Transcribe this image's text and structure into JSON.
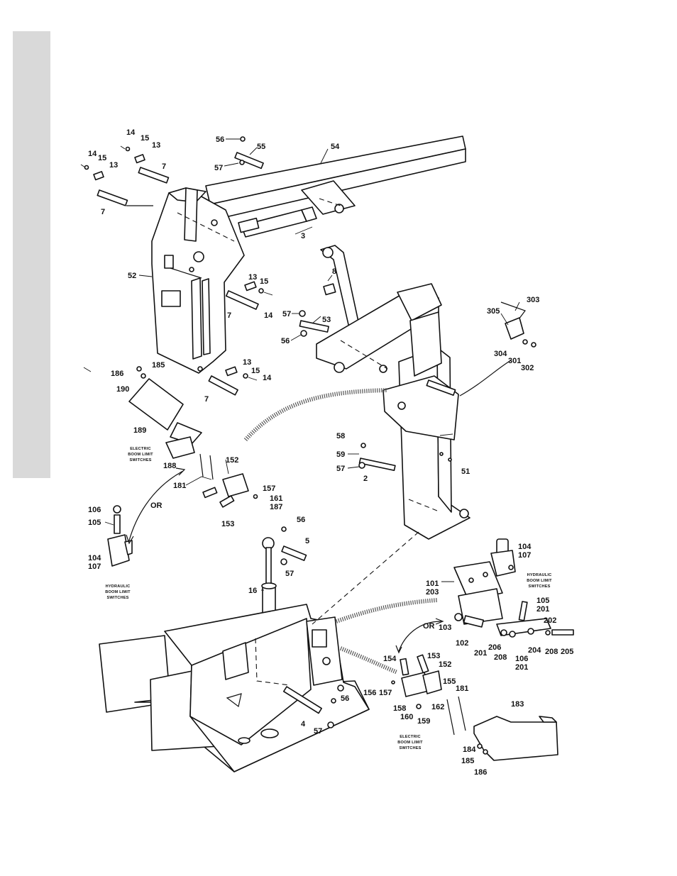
{
  "theme": {
    "sidebar_color": "#d9d9d9",
    "ink": "#111111"
  },
  "labels": {
    "boom_56": "56",
    "boom_55": "55",
    "boom_54": "54",
    "boom_57": "57",
    "tl_14a": "14",
    "tl_15a": "15",
    "tl_13a": "13",
    "tl_7a": "7",
    "tl_14b": "14",
    "tl_15b": "15",
    "tl_13b": "13",
    "tl_7b": "7",
    "cyl_3": "3",
    "post_52": "52",
    "mid_13": "13",
    "mid_15": "15",
    "mid_7": "7",
    "mid_14": "14",
    "cyl_8": "8",
    "pin_57": "57",
    "pin_53": "53",
    "pin_56": "56",
    "sw_303": "303",
    "sw_305": "305",
    "sw_304": "304",
    "sw_301": "301",
    "sw_302": "302",
    "low_13": "13",
    "low_15": "15",
    "low_14": "14",
    "low_7": "7",
    "cov_186": "186",
    "cov_185": "185",
    "cov_190": "190",
    "cov_189": "189",
    "cov_188": "188",
    "p_58": "58",
    "p_59": "59",
    "p_57": "57",
    "p_2": "2",
    "col_51": "51",
    "s_152": "152",
    "s_157": "157",
    "s_161": "161",
    "s_187": "187",
    "s_181": "181",
    "s_153": "153",
    "h_106": "106",
    "h_105": "105",
    "h_104": "104",
    "h_107": "107",
    "b_56": "56",
    "b_5": "5",
    "b_57": "57",
    "b_16": "16",
    "r_104": "104",
    "r_107": "107",
    "r_101": "101",
    "r_203": "203",
    "r_105": "105",
    "r_201": "201",
    "r_202": "202",
    "r_103": "103",
    "r_102": "102",
    "r_201b": "201",
    "r_206": "206",
    "r_208": "208",
    "r_106": "106",
    "r_201c": "201",
    "r_204": "204",
    "r_208b": "208",
    "r_205": "205",
    "e_154": "154",
    "e_153": "153",
    "e_152": "152",
    "e_155": "155",
    "e_156": "156",
    "e_157": "157",
    "e_181": "181",
    "e_158": "158",
    "e_160": "160",
    "e_159": "159",
    "e_162": "162",
    "e_183": "183",
    "e_184": "184",
    "e_185": "185",
    "e_186": "186",
    "base_56": "56",
    "base_4": "4",
    "base_57": "57",
    "or_left": "OR",
    "or_right": "OR"
  },
  "notes": {
    "elec_left": [
      "ELECTRIC",
      "BOOM LIMIT",
      "SWITCHES"
    ],
    "hyd_left": [
      "HYDRAULIC",
      "BOOM LIMIT",
      "SWITCHES"
    ],
    "hyd_right": [
      "HYDRAULIC",
      "BOOM LIMIT",
      "SWITCHES"
    ],
    "elec_right": [
      "ELECTRIC",
      "BOOM LIMIT",
      "SWITCHES"
    ]
  }
}
